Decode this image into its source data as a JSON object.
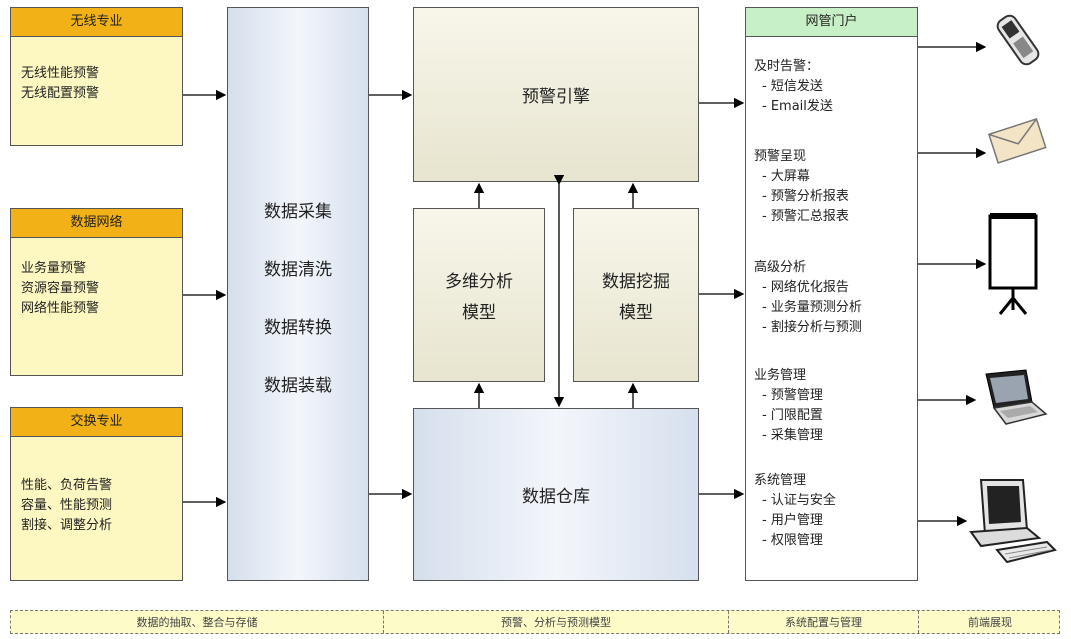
{
  "sources": [
    {
      "title": "无线专业",
      "lines": [
        "无线性能预警",
        "无线配置预警"
      ]
    },
    {
      "title": "数据网络",
      "lines": [
        "业务量预警",
        "资源容量预警",
        "网络性能预警"
      ]
    },
    {
      "title": "交换专业",
      "lines": [
        "性能、负荷告警",
        "容量、性能预测",
        "割接、调整分析"
      ]
    }
  ],
  "processing": [
    "数据采集",
    "数据清洗",
    "数据转换",
    "数据装载"
  ],
  "engine_label": "预警引擎",
  "model_multidim": [
    "多维分析",
    "模型"
  ],
  "model_mining": [
    "数据挖掘",
    "模型"
  ],
  "warehouse_label": "数据仓库",
  "portal": {
    "title": "网管门户",
    "sections": [
      {
        "title": "及时告警：",
        "items": [
          "- 短信发送",
          "- Email发送"
        ]
      },
      {
        "title": "预警呈现",
        "items": [
          "- 大屏幕",
          "- 预警分析报表",
          "- 预警汇总报表"
        ]
      },
      {
        "title": "高级分析",
        "items": [
          "- 网络优化报告",
          "- 业务量预测分析",
          "- 割接分析与预测"
        ]
      },
      {
        "title": "业务管理",
        "items": [
          "- 预警管理",
          "- 门限配置",
          "- 采集管理"
        ]
      },
      {
        "title": "系统管理",
        "items": [
          "- 认证与安全",
          "- 用户管理",
          "- 权限管理"
        ]
      }
    ]
  },
  "devices": [
    "mobile-phone-icon",
    "envelope-icon",
    "projector-screen-icon",
    "laptop-icon",
    "desktop-computer-icon"
  ],
  "bottom_bar": [
    "数据的抽取、整合与存储",
    "预警、分析与预测模型",
    "系统配置与管理",
    "前端展现"
  ],
  "colors": {
    "source_head": "#f1b117",
    "source_body": "#fdf8c2",
    "portal_head": "#c8f0c6",
    "bottom_bar": "#fdfbc8"
  }
}
